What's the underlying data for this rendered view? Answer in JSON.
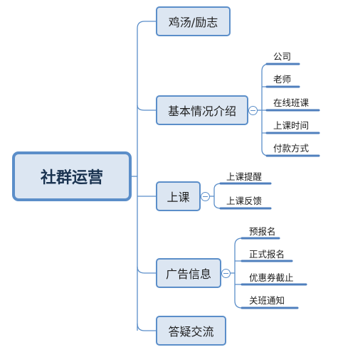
{
  "root": {
    "label": "社群运营"
  },
  "branches": [
    {
      "label": "鸡汤/励志",
      "children": []
    },
    {
      "label": "基本情况介绍",
      "children": [
        "公司",
        "老师",
        "在线班课",
        "上课时间",
        "付款方式"
      ]
    },
    {
      "label": "上课",
      "children": [
        "上课提醒",
        "上课反馈"
      ]
    },
    {
      "label": "广告信息",
      "children": [
        "预报名",
        "正式报名",
        "优惠券截止",
        "关班通知"
      ]
    },
    {
      "label": "答疑交流",
      "children": []
    }
  ],
  "colors": {
    "node_fill": "#dce6f2",
    "node_border": "#5b8ec9",
    "line": "#5b8ec9"
  }
}
